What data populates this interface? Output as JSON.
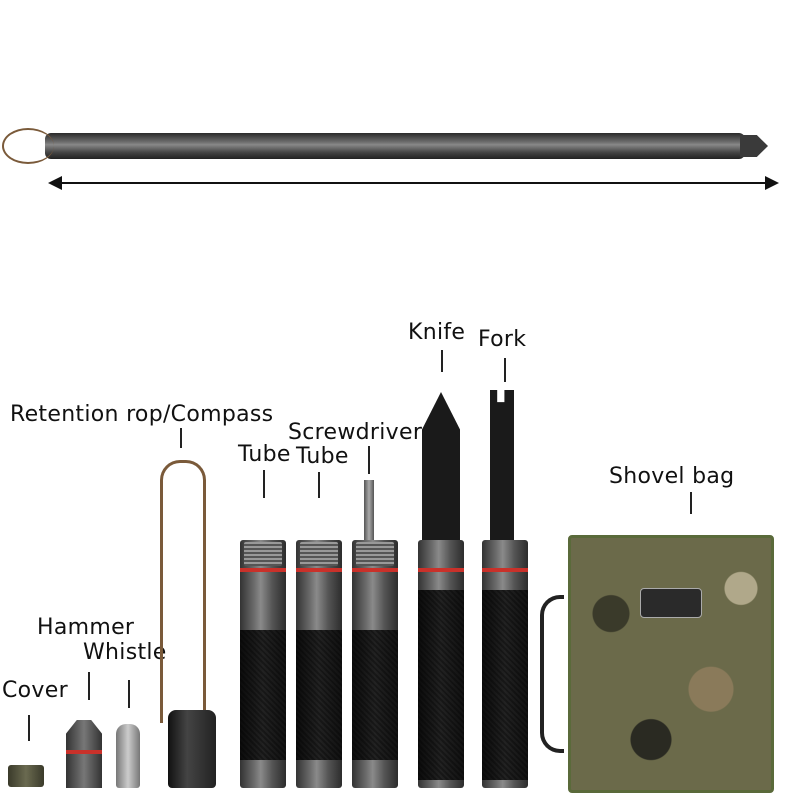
{
  "labels": {
    "retention": "Retention rop/Compass",
    "screwdriver": "Screwdriver",
    "tube1": "Tube",
    "tube2": "Tube",
    "knife": "Knife",
    "fork": "Fork",
    "shovel_bag": "Shovel bag",
    "hammer": "Hammer",
    "whistle": "Whistle",
    "cover": "Cover"
  },
  "colors": {
    "metal": "#5a5a5a",
    "seal_ring": "#c9312a",
    "camo_bag": "#6b6a4a"
  }
}
